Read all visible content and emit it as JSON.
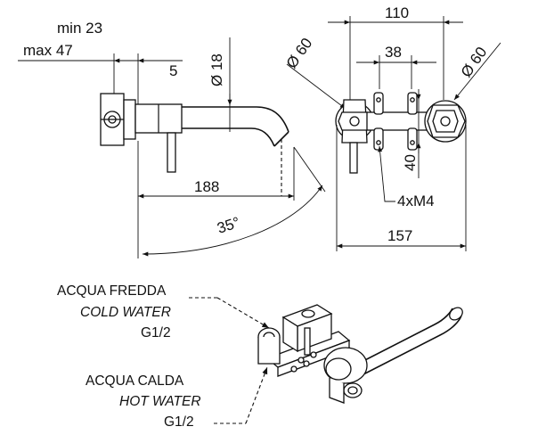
{
  "side_view": {
    "wall_min": "min 23",
    "wall_max": "max 47",
    "dim_5": "5",
    "dim_diam_18": "Ø 18",
    "dim_188": "188",
    "angle_35": "35°"
  },
  "front_view": {
    "dim_110": "110",
    "dim_38": "38",
    "dim_diam_60_left": "Ø 60",
    "dim_diam_60_right": "Ø 60",
    "dim_40": "40",
    "screws": "4xM4",
    "dim_157": "157"
  },
  "iso_view": {
    "cold_it": "ACQUA FREDDA",
    "cold_en": "COLD WATER",
    "cold_thread": "G1/2",
    "hot_it": "ACQUA CALDA",
    "hot_en": "HOT WATER",
    "hot_thread": "G1/2"
  }
}
